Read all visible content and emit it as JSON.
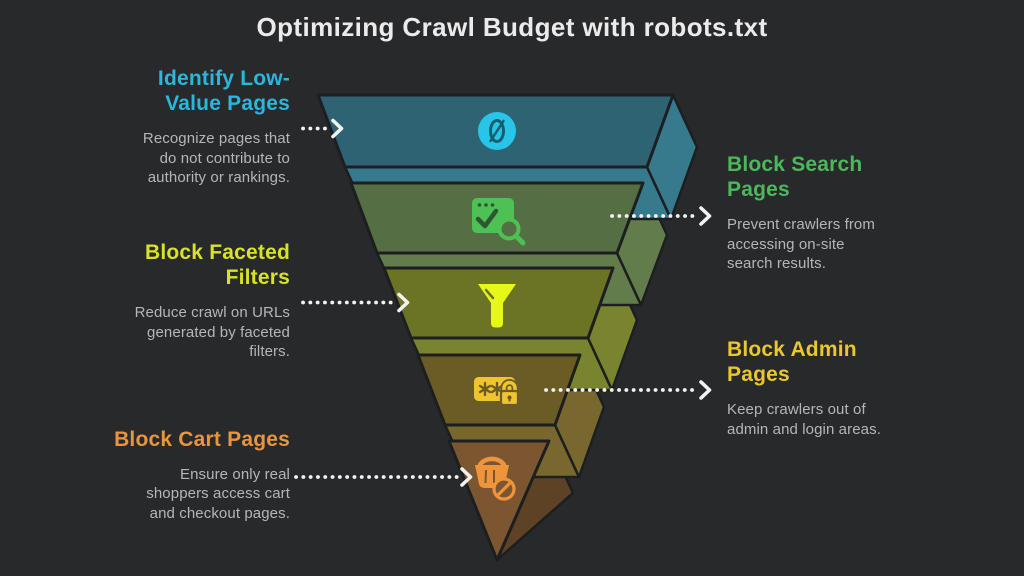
{
  "title": "Optimizing Crawl Budget with robots.txt",
  "background_color": "#28292b",
  "text_colors": {
    "title": "#ebebec",
    "description": "#b5b6b8",
    "arrow": "#f2f2f2"
  },
  "funnel": {
    "levels": [
      {
        "label": "identify-low-value-pages",
        "front_color": "#2e6373",
        "depth_color": "#37798d",
        "icon": "null-slash-icon",
        "icon_color": "#29c5e9"
      },
      {
        "label": "block-search-pages",
        "front_color": "#566e43",
        "depth_color": "#627d4b",
        "icon": "browser-search-check-icon",
        "icon_color": "#4ec155"
      },
      {
        "label": "block-faceted-filters",
        "front_color": "#6b7324",
        "depth_color": "#7a842e",
        "icon": "filter-funnel-icon",
        "icon_color": "#e6f818"
      },
      {
        "label": "block-admin-pages",
        "front_color": "#6b5c26",
        "depth_color": "#79682e",
        "icon": "password-lock-icon",
        "icon_color": "#f0c431"
      },
      {
        "label": "block-cart-pages",
        "front_color": "#7c5630",
        "depth_color": "#5e4225",
        "icon": "cart-blocked-icon",
        "icon_color": "#f0943c"
      }
    ]
  },
  "callouts": {
    "left": [
      {
        "heading_lines": [
          "Identify Low-",
          "Value Pages"
        ],
        "heading_color": "#2ab7dc",
        "desc_lines": [
          "Recognize pages that",
          "do not contribute to",
          "authority or rankings."
        ]
      },
      {
        "heading_lines": [
          "Block Faceted",
          "Filters"
        ],
        "heading_color": "#d8e228",
        "desc_lines": [
          "Reduce crawl on URLs",
          "generated by faceted",
          "filters."
        ]
      },
      {
        "heading_lines": [
          "Block Cart Pages"
        ],
        "heading_color": "#e9953f",
        "desc_lines": [
          "Ensure only real",
          "shoppers access cart",
          "and checkout pages."
        ]
      }
    ],
    "right": [
      {
        "heading_lines": [
          "Block Search",
          "Pages"
        ],
        "heading_color": "#4cb85c",
        "desc_lines": [
          "Prevent crawlers from",
          "accessing on-site",
          "search results."
        ]
      },
      {
        "heading_lines": [
          "Block Admin",
          "Pages"
        ],
        "heading_color": "#eac72e",
        "desc_lines": [
          "Keep crawlers out of",
          "admin and login areas."
        ]
      }
    ]
  }
}
